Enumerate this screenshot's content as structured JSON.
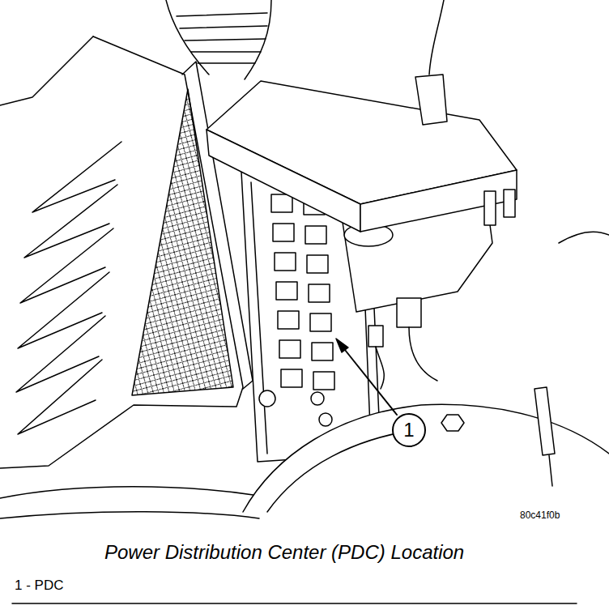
{
  "diagram": {
    "caption": "Power Distribution Center (PDC) Location",
    "nodes": [
      {
        "text": [
          "1"
        ]
      }
    ],
    "labels": [
      "80c41f0b",
      "1 - PDC"
    ]
  }
}
